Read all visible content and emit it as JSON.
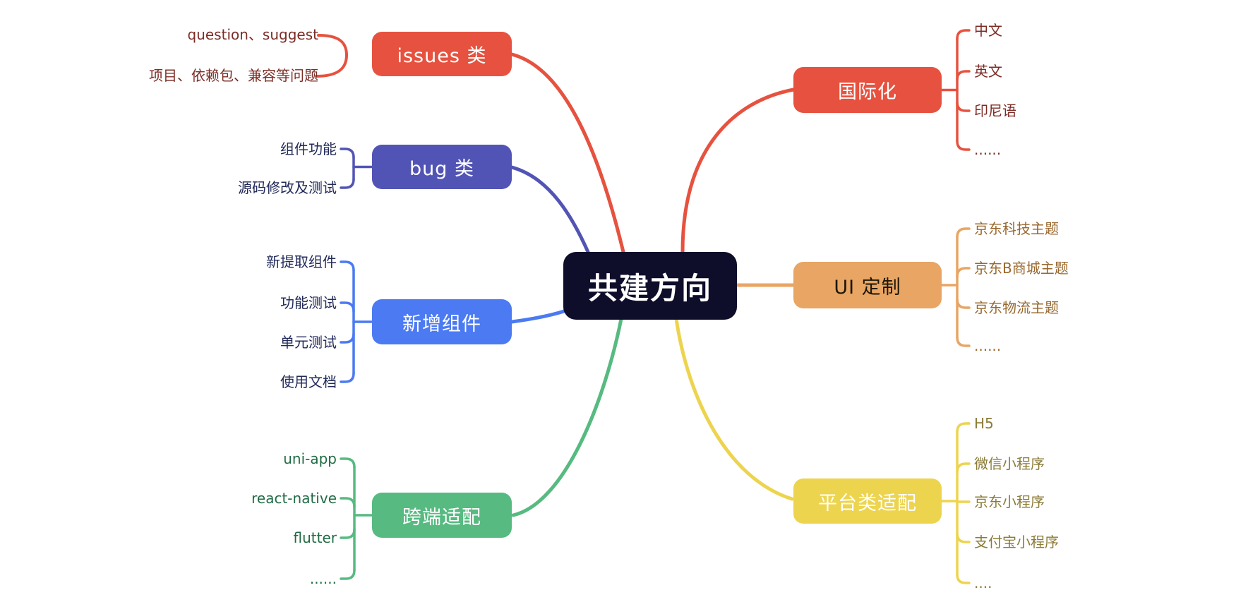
{
  "diagram_type": "mindmap",
  "background": "#FFFFFF",
  "central": {
    "label": "共建方向",
    "bg": "#0E0E2B",
    "text_color": "#FFFFFF"
  },
  "branches": [
    {
      "id": "issues",
      "side": "left",
      "label": "issues 类",
      "node_bg": "#E6523F",
      "node_text_color": "#FFFFFF",
      "line_color": "#E6523F",
      "leaf_text_color": "#7C2C25",
      "children": [
        "question、suggest",
        "项目、依赖包、兼容等问题"
      ]
    },
    {
      "id": "bug",
      "side": "left",
      "label": "bug 类",
      "node_bg": "#5254B5",
      "node_text_color": "#FFFFFF",
      "line_color": "#5254B5",
      "leaf_text_color": "#222A58",
      "children": [
        "组件功能",
        "源码修改及测试"
      ]
    },
    {
      "id": "new-components",
      "side": "left",
      "label": "新增组件",
      "node_bg": "#4B7AF2",
      "node_text_color": "#FFFFFF",
      "line_color": "#4B7AF2",
      "leaf_text_color": "#222A58",
      "children": [
        "新提取组件",
        "功能测试",
        "单元测试",
        "使用文档"
      ]
    },
    {
      "id": "cross-platform",
      "side": "left",
      "label": "跨端适配",
      "node_bg": "#57BA81",
      "node_text_color": "#FFFFFF",
      "line_color": "#57BA81",
      "leaf_text_color": "#206B44",
      "children": [
        "uni-app",
        "react-native",
        "flutter",
        "......"
      ]
    },
    {
      "id": "i18n",
      "side": "right",
      "label": "国际化",
      "node_bg": "#E6523F",
      "node_text_color": "#FFFFFF",
      "line_color": "#E6523F",
      "leaf_text_color": "#7C2C25",
      "children": [
        "中文",
        "英文",
        "印尼语",
        "......"
      ]
    },
    {
      "id": "ui-custom",
      "side": "right",
      "label": "UI 定制",
      "node_bg": "#E8A563",
      "node_text_color": "#1C1608",
      "line_color": "#E8A563",
      "leaf_text_color": "#99682E",
      "children": [
        "京东科技主题",
        "京东B商城主题",
        "京东物流主题",
        "......"
      ]
    },
    {
      "id": "platform",
      "side": "right",
      "label": "平台类适配",
      "node_bg": "#EDD44F",
      "node_text_color": "#FFFFFF",
      "line_color": "#EDD44F",
      "leaf_text_color": "#8B7B37",
      "children": [
        "H5",
        "微信小程序",
        "京东小程序",
        "支付宝小程序",
        "...."
      ]
    }
  ]
}
